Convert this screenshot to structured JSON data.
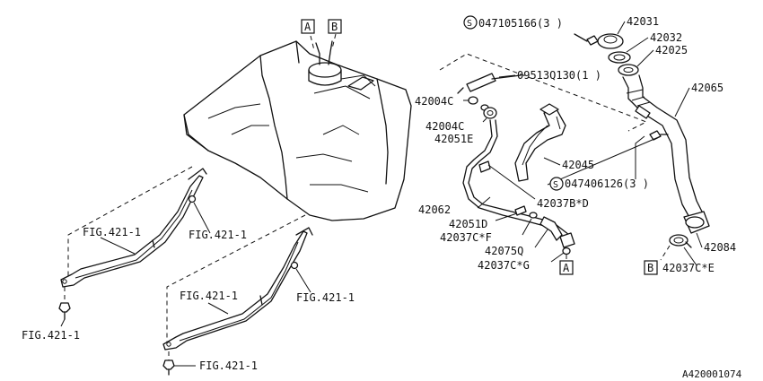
{
  "diagram_id": "A420001074",
  "callouts": {
    "box_a": "A",
    "box_b": "B",
    "s": "S"
  },
  "labels": {
    "screw_top_pn": "047105166(3 )",
    "screw_mid_pn": "047406126(3 )",
    "p42031": "42031",
    "p42032": "42032",
    "p42025": "42025",
    "p42065": "42065",
    "p09513Q130": "09513Q130(1 )",
    "p42004C_a": "42004C",
    "p42004C_b": "42004C",
    "p42051E": "42051E",
    "p42045": "42045",
    "p42037BD": "42037B*D",
    "p42062": "42062",
    "p42051D": "42051D",
    "p42037CF": "42037C*F",
    "p42075Q": "42075Q",
    "p42037CG": "42037C*G",
    "p42084": "42084",
    "p42037CE": "42037C*E",
    "fig_a": "FIG.421-1",
    "fig_b": "FIG.421-1",
    "fig_c": "FIG.421-1",
    "fig_d": "FIG.421-1",
    "fig_e": "FIG.421-1",
    "fig_f": "FIG.421-1"
  }
}
